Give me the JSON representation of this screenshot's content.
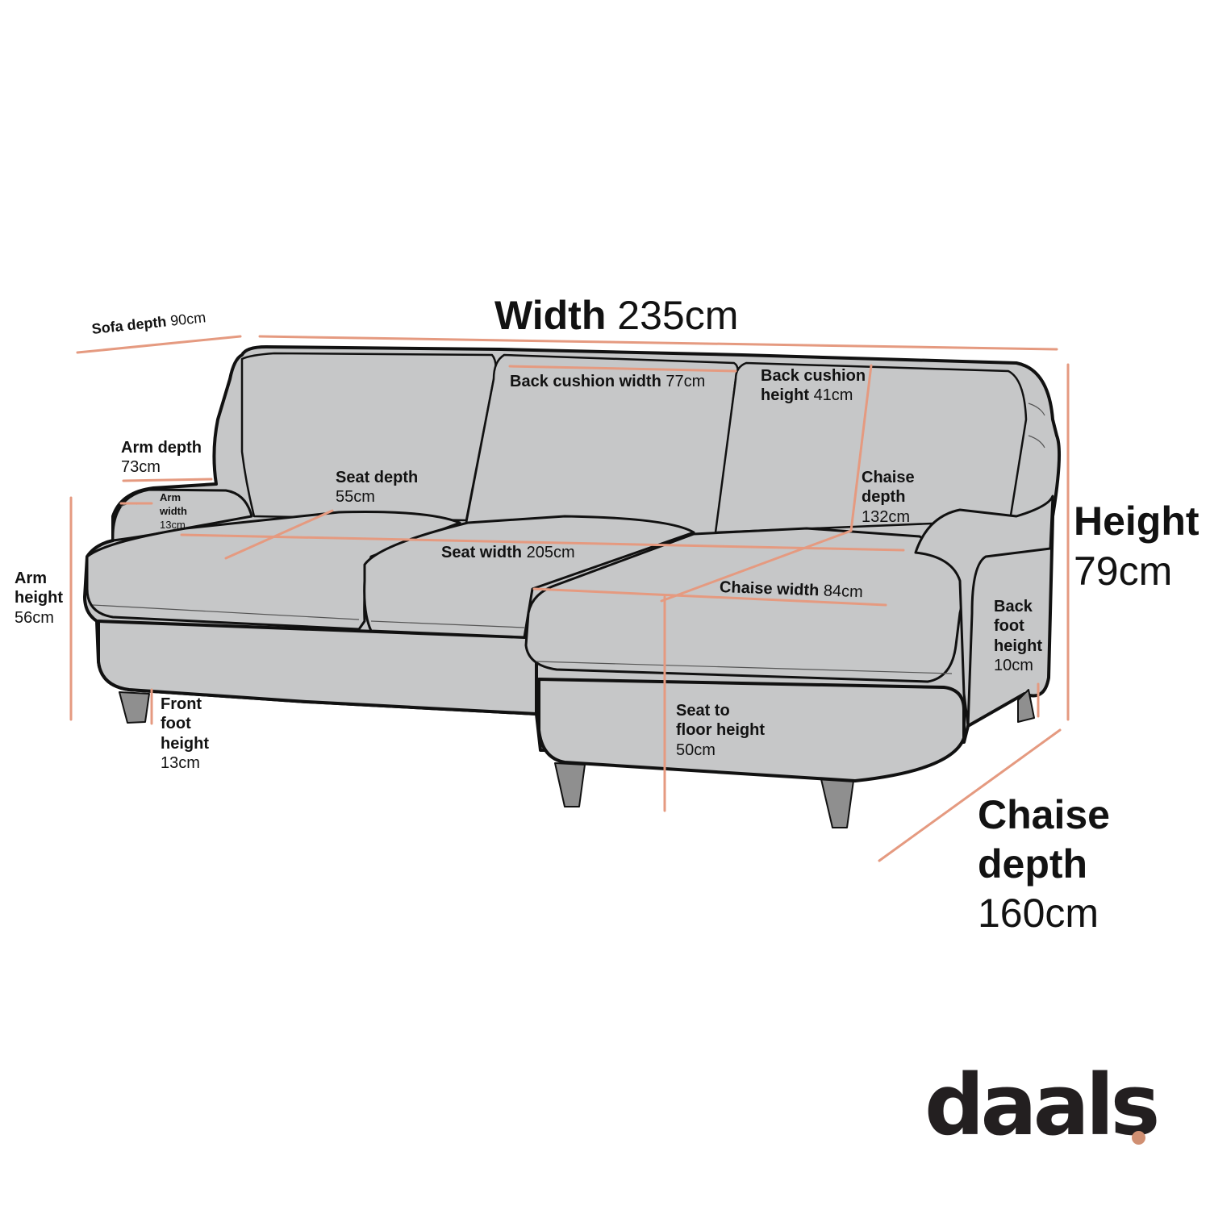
{
  "colors": {
    "dimension_line": "#e59a80",
    "sofa_fill": "#c6c7c8",
    "outline": "#111111",
    "leg_fill": "#8f8f8f",
    "logo_text": "#231f20",
    "logo_dot": "#d08f72"
  },
  "labels": {
    "width": {
      "name": "Width",
      "value": "235cm"
    },
    "sofa_depth": {
      "name": "Sofa depth",
      "value": "90cm"
    },
    "back_cushion_width": {
      "name": "Back cushion width",
      "value": "77cm"
    },
    "back_cushion_height": {
      "name_line1": "Back cushion",
      "name_line2": "height",
      "value": "41cm"
    },
    "arm_depth": {
      "name": "Arm depth",
      "value": "73cm"
    },
    "arm_width": {
      "line1": "Arm",
      "line2": "width",
      "value": "13cm"
    },
    "seat_depth": {
      "name": "Seat depth",
      "value": "55cm"
    },
    "seat_width": {
      "name": "Seat width",
      "value": "205cm"
    },
    "chaise_depth_inner": {
      "line1": "Chaise",
      "line2": "depth",
      "value": "132cm"
    },
    "chaise_width": {
      "name": "Chaise width",
      "value": "84cm"
    },
    "arm_height": {
      "line1": "Arm",
      "line2": "height",
      "value": "56cm"
    },
    "front_foot_height": {
      "line1": "Front",
      "line2": "foot",
      "line3": "height",
      "value": "13cm"
    },
    "seat_to_floor_height": {
      "line1": "Seat to",
      "line2": "floor height",
      "value": "50cm"
    },
    "back_foot_height": {
      "line1": "Back",
      "line2": "foot",
      "line3": "height",
      "value": "10cm"
    },
    "height": {
      "name": "Height",
      "value": "79cm"
    },
    "chaise_depth_total": {
      "line1": "Chaise",
      "line2": "depth",
      "value": "160cm"
    }
  },
  "brand": {
    "name": "daals",
    "dot": "."
  }
}
